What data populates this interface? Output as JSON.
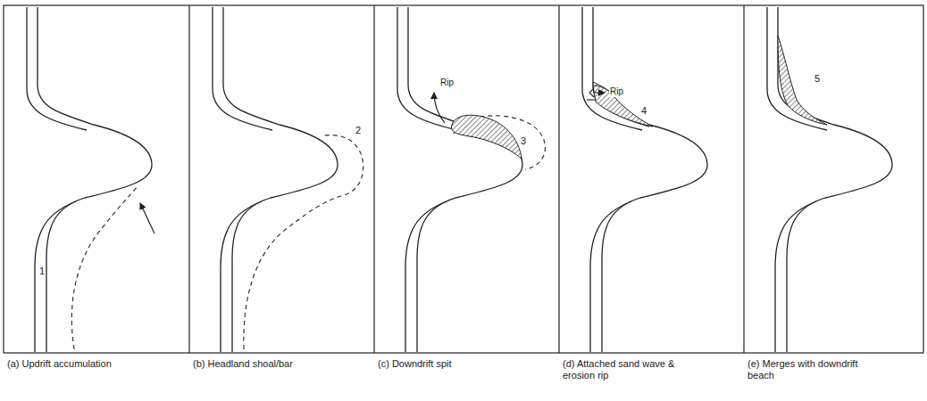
{
  "diagram": {
    "labels": [
      "1",
      "(a) Updrift accumulation",
      "2",
      "(b) Headland shoal/bar",
      "Rip",
      "3",
      "(c) Downdrift spit",
      "Rip",
      "4",
      "(d) Attached sand wave & erosion rip",
      "5",
      "(e) Merges with downdrift beach"
    ]
  }
}
